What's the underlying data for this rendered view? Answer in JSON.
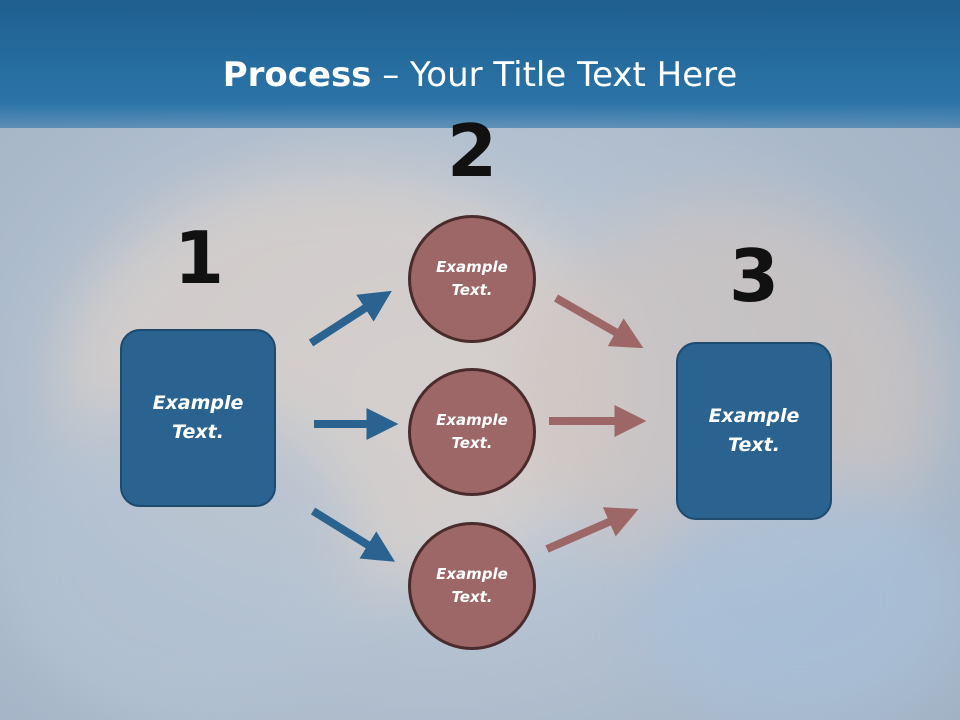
{
  "title": {
    "bold": "Process",
    "rest": " – Your Title Text Here"
  },
  "steps": [
    {
      "number": "1",
      "label": "Example\nText."
    },
    {
      "number": "2",
      "circles": [
        {
          "label": "Example\nText."
        },
        {
          "label": "Example\nText."
        },
        {
          "label": "Example\nText."
        }
      ]
    },
    {
      "number": "3",
      "label": "Example\nText."
    }
  ],
  "colors": {
    "header": "#2a74a8",
    "box": "#2a6390",
    "circle": "#9e6767",
    "arrow_blue": "#2a6390",
    "arrow_red": "#9e6767"
  }
}
